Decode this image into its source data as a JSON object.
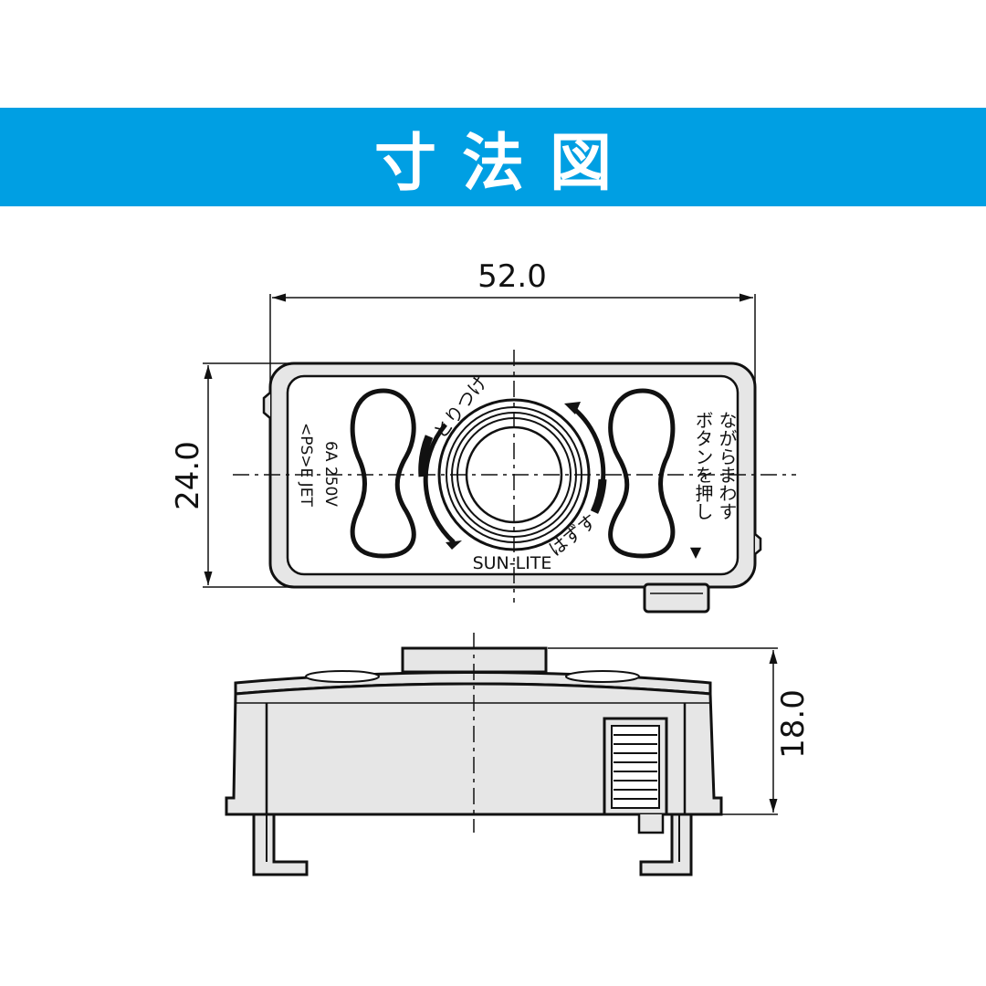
{
  "header": {
    "title": "寸法図",
    "background_color": "#009fe3",
    "text_color": "#ffffff"
  },
  "dimensions": {
    "width": "52.0",
    "depth": "24.0",
    "height": "18.0"
  },
  "top_view": {
    "arrow_release": "はずす",
    "arrow_attach": "とりつけ",
    "rating": "6A 250V",
    "standard_mark": "<PS>E JET",
    "brand": "SUN-LITE",
    "instruction_line1": "ボタンを押し",
    "instruction_line2": "ながらまわす",
    "instruction_marker": "▼"
  }
}
